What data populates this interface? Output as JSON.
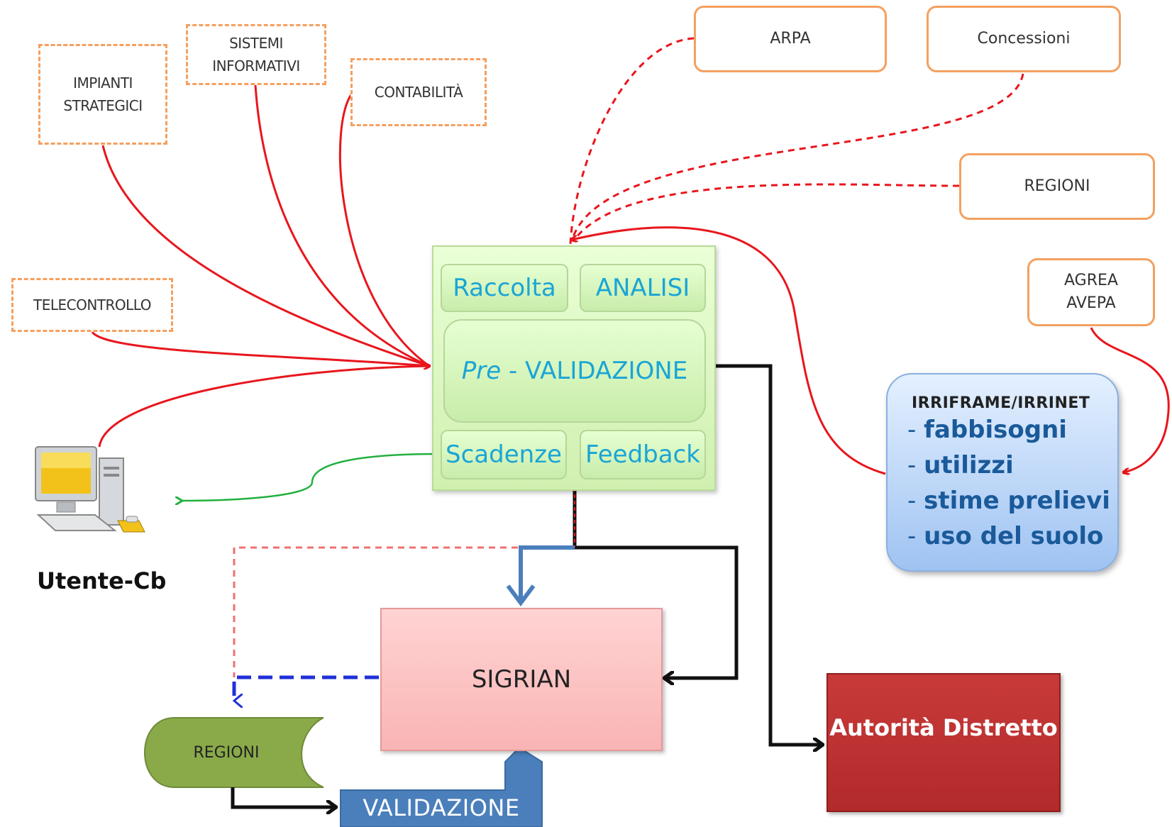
{
  "sources_dashed": {
    "impianti": "IMPIANTI\nSTRATEGICI",
    "sistemi": "SISTEMI\nINFORMATIVI",
    "contabilita": "CONTABILITÀ",
    "telecontrollo": "TELECONTROLLO"
  },
  "sources_solid": {
    "arpa": "ARPA",
    "concessioni": "Concessioni",
    "regioni": "REGIONI",
    "agrea": "AGREA\nAVEPA"
  },
  "center": {
    "raccolta": "Raccolta",
    "analisi": "ANALISI",
    "pre": "Pre",
    "validazione": " - VALIDAZIONE",
    "scadenze": "Scadenze",
    "feedback": "Feedback"
  },
  "irri": {
    "title": "IRRIFRAME/IRRINET",
    "items": [
      "fabbisogni",
      "utilizzi",
      "stime prelievi",
      "uso del suolo"
    ]
  },
  "sigrian": "SIGRIAN",
  "autorita": "Autorità Distretto",
  "regioni_bottom": "REGIONI",
  "validazione_bottom": "VALIDAZIONE",
  "utente": "Utente-Cb",
  "colors": {
    "red_link": "#e8161d",
    "black_link": "#111111",
    "green_link": "#22b040",
    "blue_link": "#2030d8",
    "steel_blue": "#4a7fbb",
    "orange_border": "#f4a060",
    "olive": "#8aaa4a"
  }
}
